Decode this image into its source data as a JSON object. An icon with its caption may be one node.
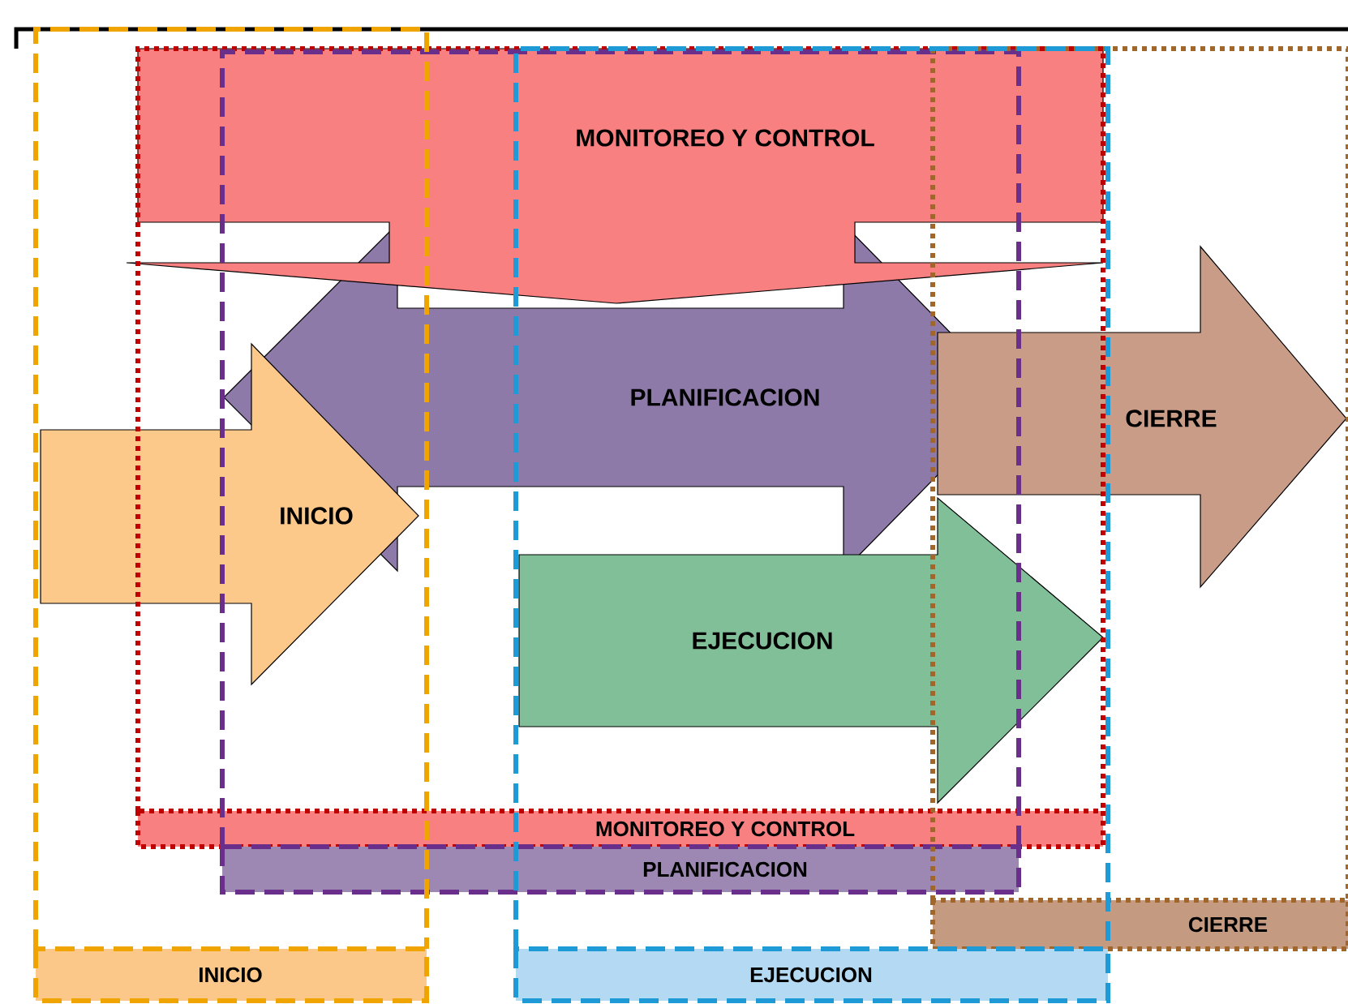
{
  "diagram": {
    "nodes": [
      {
        "text": [
          "MONITOREO Y CONTROL"
        ]
      },
      {
        "text": [
          "PLANIFICACION"
        ]
      },
      {
        "text": [
          "CIERRE"
        ]
      },
      {
        "text": [
          "INICIO"
        ]
      },
      {
        "text": [
          "EJECUCION"
        ]
      },
      {
        "text": [
          "MONITOREO Y CONTROL"
        ]
      },
      {
        "text": [
          "PLANIFICACION"
        ]
      },
      {
        "text": [
          "CIERRE"
        ]
      },
      {
        "text": [
          "INICIO"
        ]
      },
      {
        "text": [
          "EJECUCION"
        ]
      }
    ]
  }
}
